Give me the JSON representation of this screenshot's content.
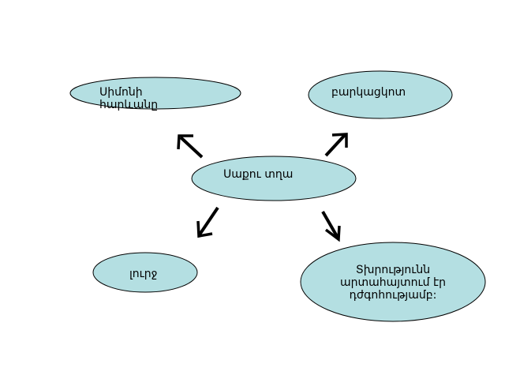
{
  "diagram": {
    "nodes": {
      "center": {
        "label": "Սաքու տղա"
      },
      "top_left": {
        "label_line1": "Սիմոնի",
        "label_line2": "հարևանը"
      },
      "top_right": {
        "label": "բարկացկոտ"
      },
      "bottom_left": {
        "label": "լուրջ"
      },
      "bottom_right": {
        "label_line1": "Տխրությունն",
        "label_line2": "արտահայտում էր",
        "label_line3": "դժգոհությամբ:"
      }
    }
  }
}
